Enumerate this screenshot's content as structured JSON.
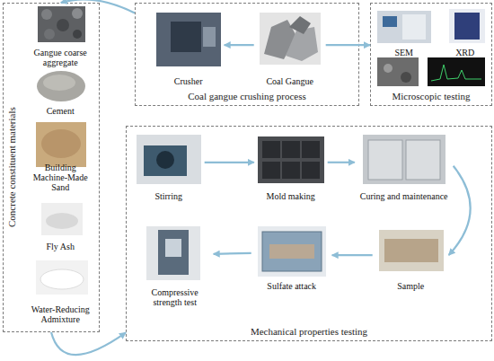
{
  "diagram": {
    "nodes": [
      {
        "text": [
          "Concrete constituent materials"
        ]
      },
      {
        "text": [
          "Gangue coarse aggregate"
        ],
        "in": 0
      },
      {
        "text": [
          "Cement"
        ],
        "in": 0
      },
      {
        "text": [
          "Building Machine-Made Sand"
        ],
        "in": 0
      },
      {
        "text": [
          "Fly Ash"
        ],
        "in": 0
      },
      {
        "text": [
          "Water-Reducing Admixture"
        ],
        "in": 0
      },
      {
        "text": [
          "Coal gangue crushing process"
        ]
      },
      {
        "text": [
          "Crusher"
        ],
        "in": 6
      },
      {
        "text": [
          "Coal Gangue"
        ],
        "in": 6
      },
      {
        "text": [
          "Microscopic testing"
        ]
      },
      {
        "text": [
          "SEM"
        ],
        "in": 9
      },
      {
        "text": [
          "XRD"
        ],
        "in": 9
      },
      {
        "text": [
          "Mechanical properties testing"
        ]
      },
      {
        "text": [
          "Stirring"
        ],
        "in": 12
      },
      {
        "text": [
          "Mold making"
        ],
        "in": 12
      },
      {
        "text": [
          "Curing and maintenance"
        ],
        "in": 12
      },
      {
        "text": [
          "Sample"
        ],
        "in": 12
      },
      {
        "text": [
          "Sulfate attack"
        ],
        "in": 12
      },
      {
        "text": [
          "Compressive strength test"
        ],
        "in": 12
      }
    ],
    "edges": [
      {
        "from": 8,
        "to": 7,
        "arrow": "to"
      },
      {
        "from": 8,
        "to": 9,
        "arrow": "to"
      },
      {
        "from": 6,
        "to": 0,
        "arrow": "to"
      },
      {
        "from": 0,
        "to": 12,
        "arrow": "to"
      },
      {
        "from": 13,
        "to": 14,
        "arrow": "to"
      },
      {
        "from": 14,
        "to": 15,
        "arrow": "to"
      },
      {
        "from": 15,
        "to": 16,
        "arrow": "to"
      },
      {
        "from": 16,
        "to": 17,
        "arrow": "to"
      },
      {
        "from": 17,
        "to": 18,
        "arrow": "to"
      }
    ]
  }
}
